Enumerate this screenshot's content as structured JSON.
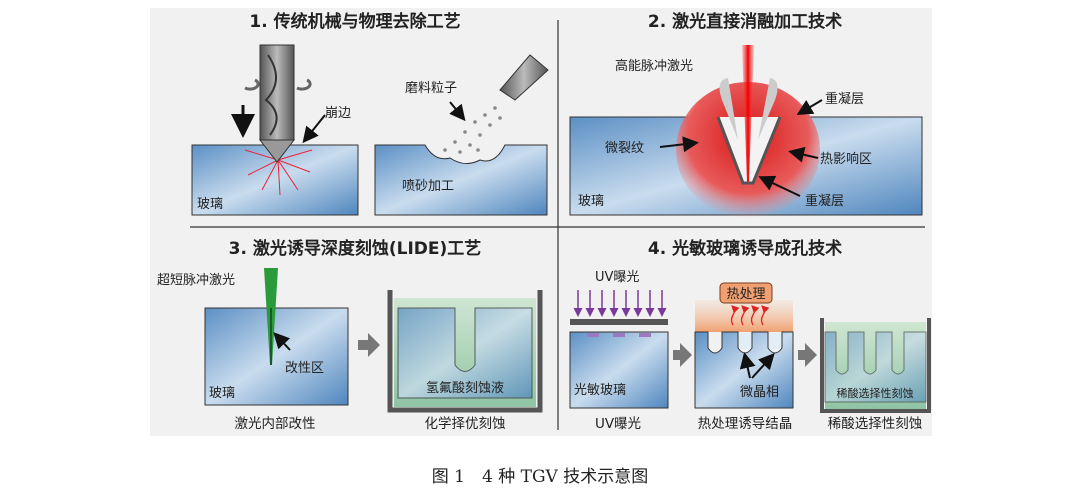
{
  "panels": [
    {
      "title": "1. 传统机械与物理去除工艺",
      "labels": {
        "chipping": "崩边",
        "glass": "玻璃",
        "abrasive": "磨料粒子",
        "sandblast": "喷砂加工"
      }
    },
    {
      "title": "2. 激光直接消融加工技术",
      "labels": {
        "laser": "高能脉冲激光",
        "recast_top": "重凝层",
        "microcrack": "微裂纹",
        "haz": "热影响区",
        "glass": "玻璃",
        "recast_bottom": "重凝层"
      }
    },
    {
      "title": "3. 激光诱导深度刻蚀(LIDE)工艺",
      "labels": {
        "laser": "超短脉冲激光",
        "modified": "改性区",
        "glass": "玻璃",
        "hf": "氢氟酸刻蚀液"
      },
      "captions": [
        "激光内部改性",
        "化学择优刻蚀"
      ]
    },
    {
      "title": "4. 光敏玻璃诱导成孔技术",
      "labels": {
        "uv": "UV曝光",
        "heat": "热处理",
        "photoglass": "光敏玻璃",
        "crystal": "微晶相",
        "acid": "稀酸选择性刻蚀"
      },
      "captions": [
        "UV曝光",
        "热处理诱导结晶",
        "稀酸选择性刻蚀"
      ]
    }
  ],
  "caption": "图 1　4 种 TGV 技术示意图"
}
